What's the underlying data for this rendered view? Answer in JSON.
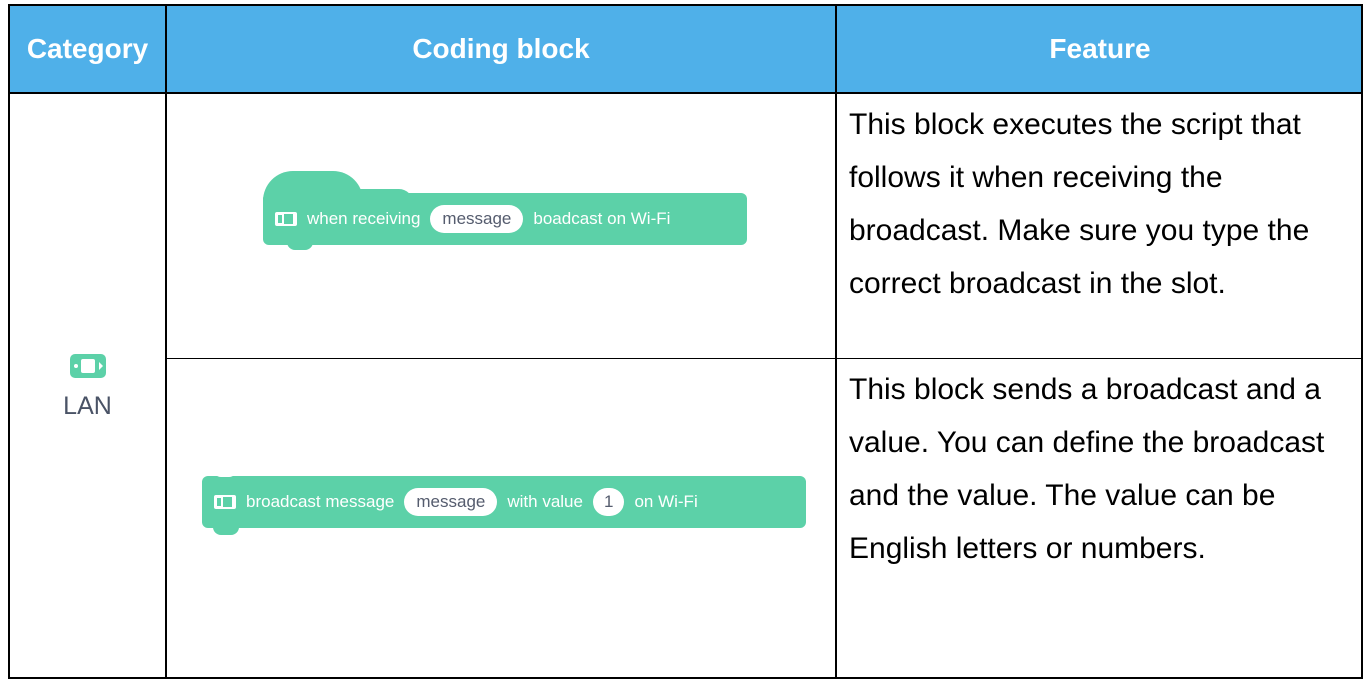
{
  "header": {
    "category": "Category",
    "coding_block": "Coding block",
    "feature": "Feature"
  },
  "category": {
    "label": "LAN",
    "icon": "lan-device-icon",
    "color": "#5cd1a8"
  },
  "colors": {
    "header_bg": "#4fb0e9",
    "block_bg": "#5cd1a8"
  },
  "rows": [
    {
      "block": {
        "prefix": "when receiving",
        "slot": "message",
        "suffix": "boadcast on Wi-Fi"
      },
      "feature": "This block executes the script that follows it when receiving the broadcast. Make sure you type the correct broadcast in the slot."
    },
    {
      "block": {
        "prefix": "broadcast message",
        "slot": "message",
        "middle": "with value",
        "value": "1",
        "suffix": "on Wi-Fi"
      },
      "feature": "This block sends a broadcast and a value. You can define the broadcast and the value. The value can be English letters or numbers."
    }
  ]
}
